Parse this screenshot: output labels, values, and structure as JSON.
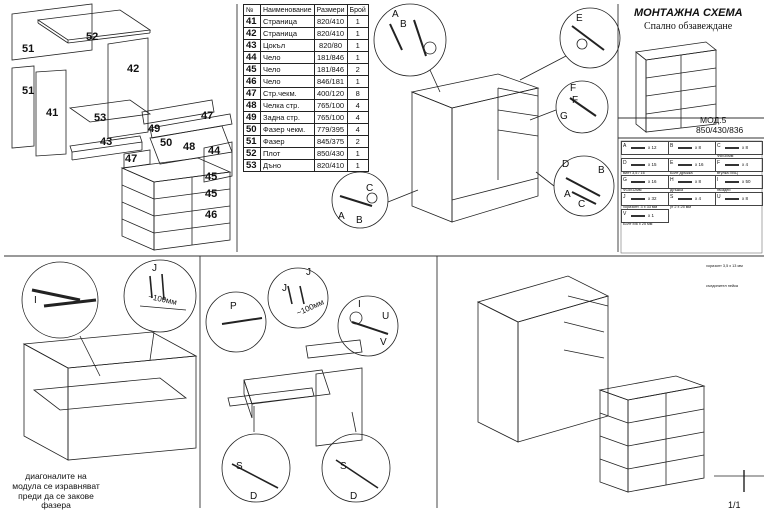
{
  "header": {
    "title": "МОНТАЖНА СХЕМА",
    "subtitle": "Спално обзавеждане",
    "model": "МОД.5",
    "dimensions": "850/430/836"
  },
  "parts_table": {
    "columns": [
      "№",
      "Наименование",
      "Размери",
      "Брой"
    ],
    "rows": [
      {
        "no": "41",
        "name": "Страница",
        "size": "820/410",
        "qty": "1"
      },
      {
        "no": "42",
        "name": "Страница",
        "size": "820/410",
        "qty": "1"
      },
      {
        "no": "43",
        "name": "Цокъл",
        "size": "820/80",
        "qty": "1"
      },
      {
        "no": "44",
        "name": "Чело",
        "size": "181/846",
        "qty": "1"
      },
      {
        "no": "45",
        "name": "Чело",
        "size": "181/846",
        "qty": "2"
      },
      {
        "no": "46",
        "name": "Чело",
        "size": "846/181",
        "qty": "1"
      },
      {
        "no": "47",
        "name": "Стр.чекм.",
        "size": "400/120",
        "qty": "8"
      },
      {
        "no": "48",
        "name": "Челка стр.",
        "size": "765/100",
        "qty": "4"
      },
      {
        "no": "49",
        "name": "Задна стр.",
        "size": "765/100",
        "qty": "4"
      },
      {
        "no": "50",
        "name": "Фазер чекм.",
        "size": "779/395",
        "qty": "4"
      },
      {
        "no": "51",
        "name": "Фазер",
        "size": "845/375",
        "qty": "2"
      },
      {
        "no": "52",
        "name": "Плот",
        "size": "850/430",
        "qty": "1"
      },
      {
        "no": "53",
        "name": "Дъно",
        "size": "820/410",
        "qty": "1"
      }
    ]
  },
  "exploded_labels": {
    "p51a": "51",
    "p52": "52",
    "p42": "42",
    "p51b": "51",
    "p41": "41",
    "p53": "53",
    "p43": "43",
    "p49": "49",
    "p47a": "47",
    "p47b": "47",
    "p50": "50",
    "p48": "48",
    "p44": "44",
    "p45a": "45",
    "p45b": "45",
    "p46": "46"
  },
  "detail_letters": {
    "a1": "A",
    "b1": "B",
    "e1": "E",
    "f1": "F",
    "a2": "A",
    "b2": "B",
    "c2": "C",
    "g1": "G",
    "d1": "D",
    "a3": "A",
    "b3": "B",
    "c3": "C",
    "i1": "I",
    "f2": "F",
    "j1": "J",
    "p1": "P",
    "j2": "J",
    "j3": "J",
    "i2": "I",
    "u1": "U",
    "v1": "V",
    "s1": "S",
    "d2": "D",
    "s2": "S",
    "d3": "D"
  },
  "dimension_label": "~100мм",
  "hardware": [
    {
      "key": "A",
      "qty": "х 12",
      "note": ""
    },
    {
      "key": "B",
      "qty": "х 8",
      "note": ""
    },
    {
      "key": "C",
      "qty": "х 8",
      "note": "Ф8х30мм"
    },
    {
      "key": "D",
      "qty": "х 15",
      "note": "винт 3,5 / 16"
    },
    {
      "key": "E",
      "qty": "х 16",
      "note": "Болт дръжка"
    },
    {
      "key": "F",
      "qty": "х 4",
      "note": "втулка ПВЦ"
    },
    {
      "key": "G",
      "qty": "х 16",
      "note": "Ф15х12мм"
    },
    {
      "key": "H",
      "qty": "х 8",
      "note": "дръжка"
    },
    {
      "key": "I",
      "qty": "х 50",
      "note": "гвоздеи"
    },
    {
      "key": "J",
      "qty": "х 32",
      "note": "хоризонт. 3 х 33 мм"
    },
    {
      "key": "S",
      "qty": "х 4",
      "note": "уг 2 х 25 мм"
    },
    {
      "key": "U",
      "qty": "х 8",
      "note": ""
    },
    {
      "key": "V",
      "qty": "х 1",
      "note": "Болт М6 х 25 мм"
    }
  ],
  "hardware_extra": [
    "хоризонт 3,5 х 13 мм",
    "дръжка",
    "съединител пейка"
  ],
  "note": "диагоналите на модула се изравняват преди да се закове фазера",
  "page": "1/1"
}
